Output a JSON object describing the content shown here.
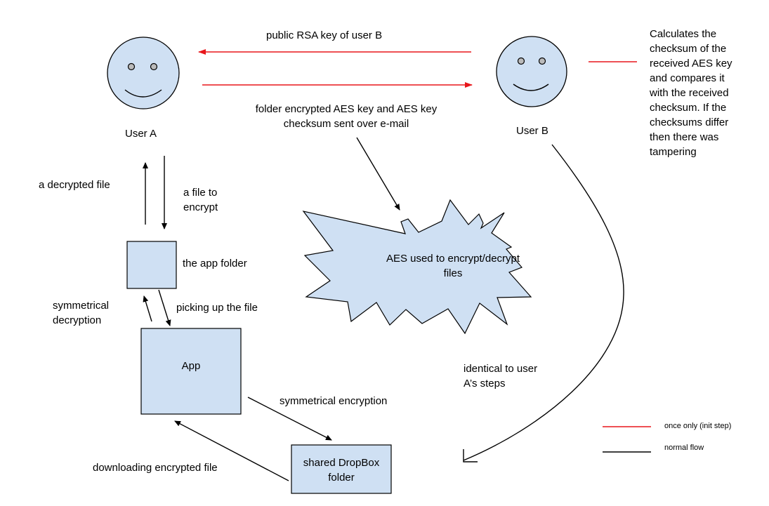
{
  "colors": {
    "fill": "#cfe0f3",
    "stroke": "#000000",
    "init": "#e8161b",
    "normal": "#000000"
  },
  "icons": {
    "user_a": "smiley-face",
    "user_b": "smiley-face",
    "encryption": "starburst-explosion"
  },
  "actors": {
    "user_a": "User A",
    "user_b": "User B"
  },
  "nodes": {
    "app_folder": "the app folder",
    "app": "App",
    "aes": [
      "AES used to encrypt/decrypt",
      "files"
    ],
    "dropbox": [
      "shared DropBox",
      "folder"
    ]
  },
  "labels": {
    "rsa_key": "public RSA key of user B",
    "aes_key": [
      "folder encrypted AES key and AES key",
      "checksum sent over e-mail"
    ],
    "checksum_note": [
      "Calculates the",
      "checksum of the",
      "received AES key",
      "and compares it",
      "with the received",
      "checksum. If the",
      "checksums differ",
      "then there was",
      "tampering"
    ],
    "decrypted_file": "a decrypted file",
    "file_to_encrypt": [
      "a file to",
      "encrypt"
    ],
    "picking_up": "picking up the file",
    "sym_decryption": [
      "symmetrical",
      "decryption"
    ],
    "sym_encryption": "symmetrical encryption",
    "downloading": "downloading encrypted file",
    "identical_steps": [
      "identical to user",
      "A’s steps"
    ]
  },
  "legend": {
    "init": "once only (init step)",
    "normal": "normal flow"
  }
}
